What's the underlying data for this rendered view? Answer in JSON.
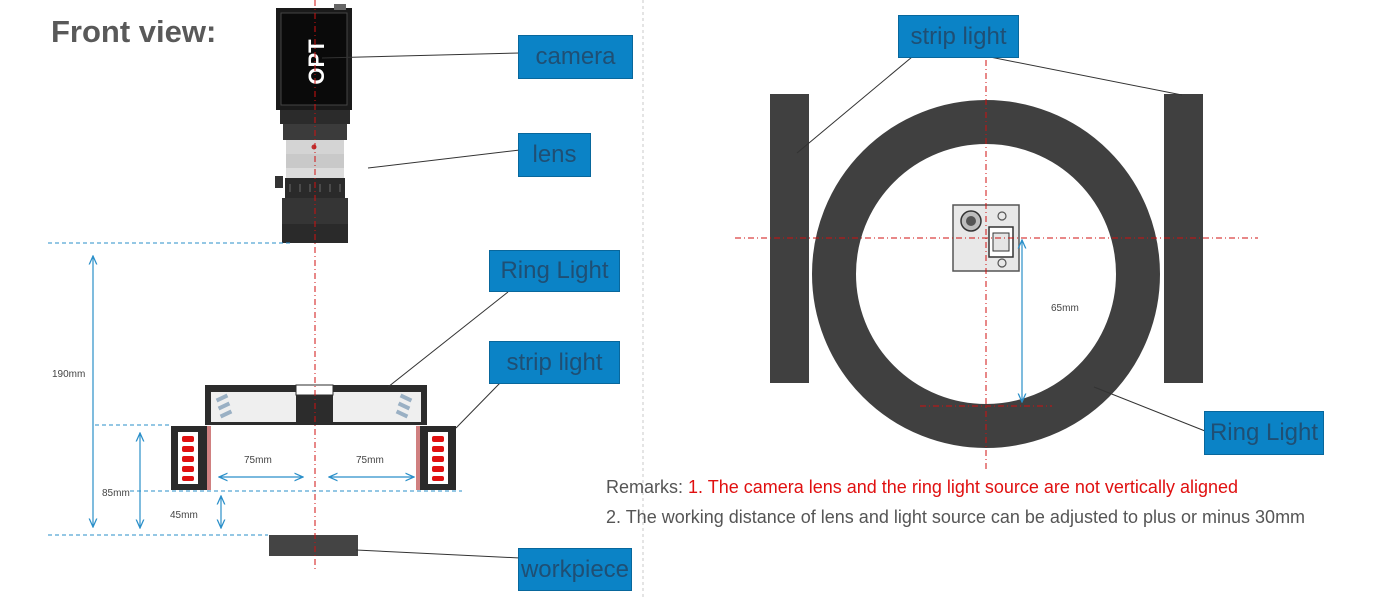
{
  "front_view": {
    "title": "Front view:",
    "camera_brand": "OPT",
    "labels": {
      "camera": "camera",
      "lens": "lens",
      "ring_light": "Ring Light",
      "strip_light": "strip light",
      "workpiece": "workpiece"
    },
    "dimensions": {
      "height_total": "190mm",
      "height_strip": "85mm",
      "height_work": "45mm",
      "left_offset": "75mm",
      "right_offset": "75mm"
    }
  },
  "top_view": {
    "labels": {
      "strip_light": "strip light",
      "ring_light": "Ring Light"
    },
    "dimensions": {
      "offset": "65mm"
    }
  },
  "remarks": {
    "prefix": "Remarks: ",
    "note1": "1. The camera lens and the ring light source are not vertically aligned",
    "note2": "2. The working distance of lens and light source can be adjusted to plus or minus 30mm"
  },
  "colors": {
    "label_fill": "#0b83c6",
    "label_text": "#1f4f74",
    "dimension_line": "#2a8fc9",
    "center_line": "#d01010",
    "fixture": "#3c3c3c",
    "led": "#e01010"
  }
}
